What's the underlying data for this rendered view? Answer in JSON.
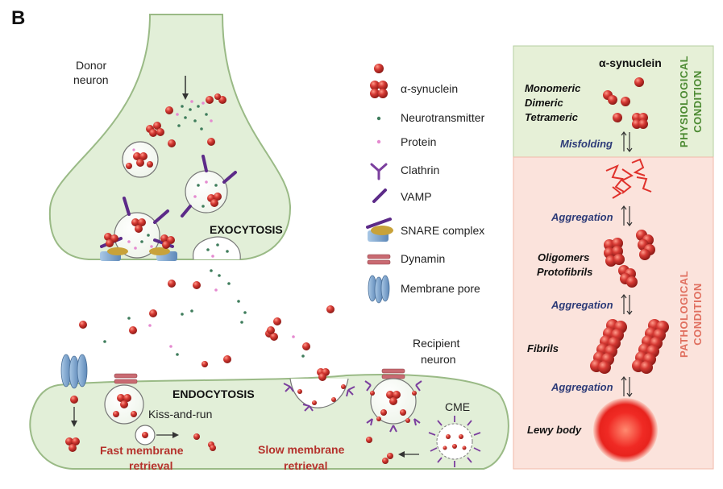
{
  "panel_label": "B",
  "donor": {
    "label_line1": "Donor",
    "label_line2": "neuron"
  },
  "recipient": {
    "label_line1": "Recipient",
    "label_line2": "neuron"
  },
  "process": {
    "exocytosis": "EXOCYTOSIS",
    "endocytosis": "ENDOCYTOSIS",
    "kiss_and_run": "Kiss-and-run",
    "cme": "CME",
    "fast_line1": "Fast membrane",
    "fast_line2": "retrieval",
    "slow_line1": "Slow  membrane",
    "slow_line2": "retrieval"
  },
  "legend": [
    {
      "icon": "alpha-synuclein-monomer-icon",
      "label": ""
    },
    {
      "icon": "alpha-synuclein-oligomer-icon",
      "label": "α-synuclein"
    },
    {
      "icon": "neurotransmitter-icon",
      "label": "Neurotransmitter"
    },
    {
      "icon": "protein-icon",
      "label": "Protein"
    },
    {
      "icon": "clathrin-icon",
      "label": "Clathrin"
    },
    {
      "icon": "vamp-icon",
      "label": "VAMP"
    },
    {
      "icon": "snare-complex-icon",
      "label": "SNARE complex"
    },
    {
      "icon": "dynamin-icon",
      "label": "Dynamin"
    },
    {
      "icon": "membrane-pore-icon",
      "label": "Membrane pore"
    }
  ],
  "right_panel": {
    "title": "α-synuclein",
    "physiological_line1": "PHYSIOLOGICAL",
    "physiological_line2": "CONDITION",
    "pathological_line1": "PATHOLOGICAL",
    "pathological_line2": "CONDITION",
    "monomeric": "Monomeric",
    "dimeric": "Dimeric",
    "tetrameric": "Tetrameric",
    "misfolding": "Misfolding",
    "aggregation": "Aggregation",
    "oligomers": "Oligomers",
    "protofibrils": "Protofibrils",
    "fibrils": "Fibrils",
    "lewy_body": "Lewy body"
  },
  "colors": {
    "membrane_fill": "#e2efd8",
    "membrane_stroke": "#9aba86",
    "synuclein": "#d63a34",
    "neurotransmitter": "#3f7d5c",
    "protein": "#e58ad0",
    "clathrin": "#7b3f9e",
    "physio_bg": "#e6f0d7",
    "patho_bg": "#fbe3dc"
  }
}
